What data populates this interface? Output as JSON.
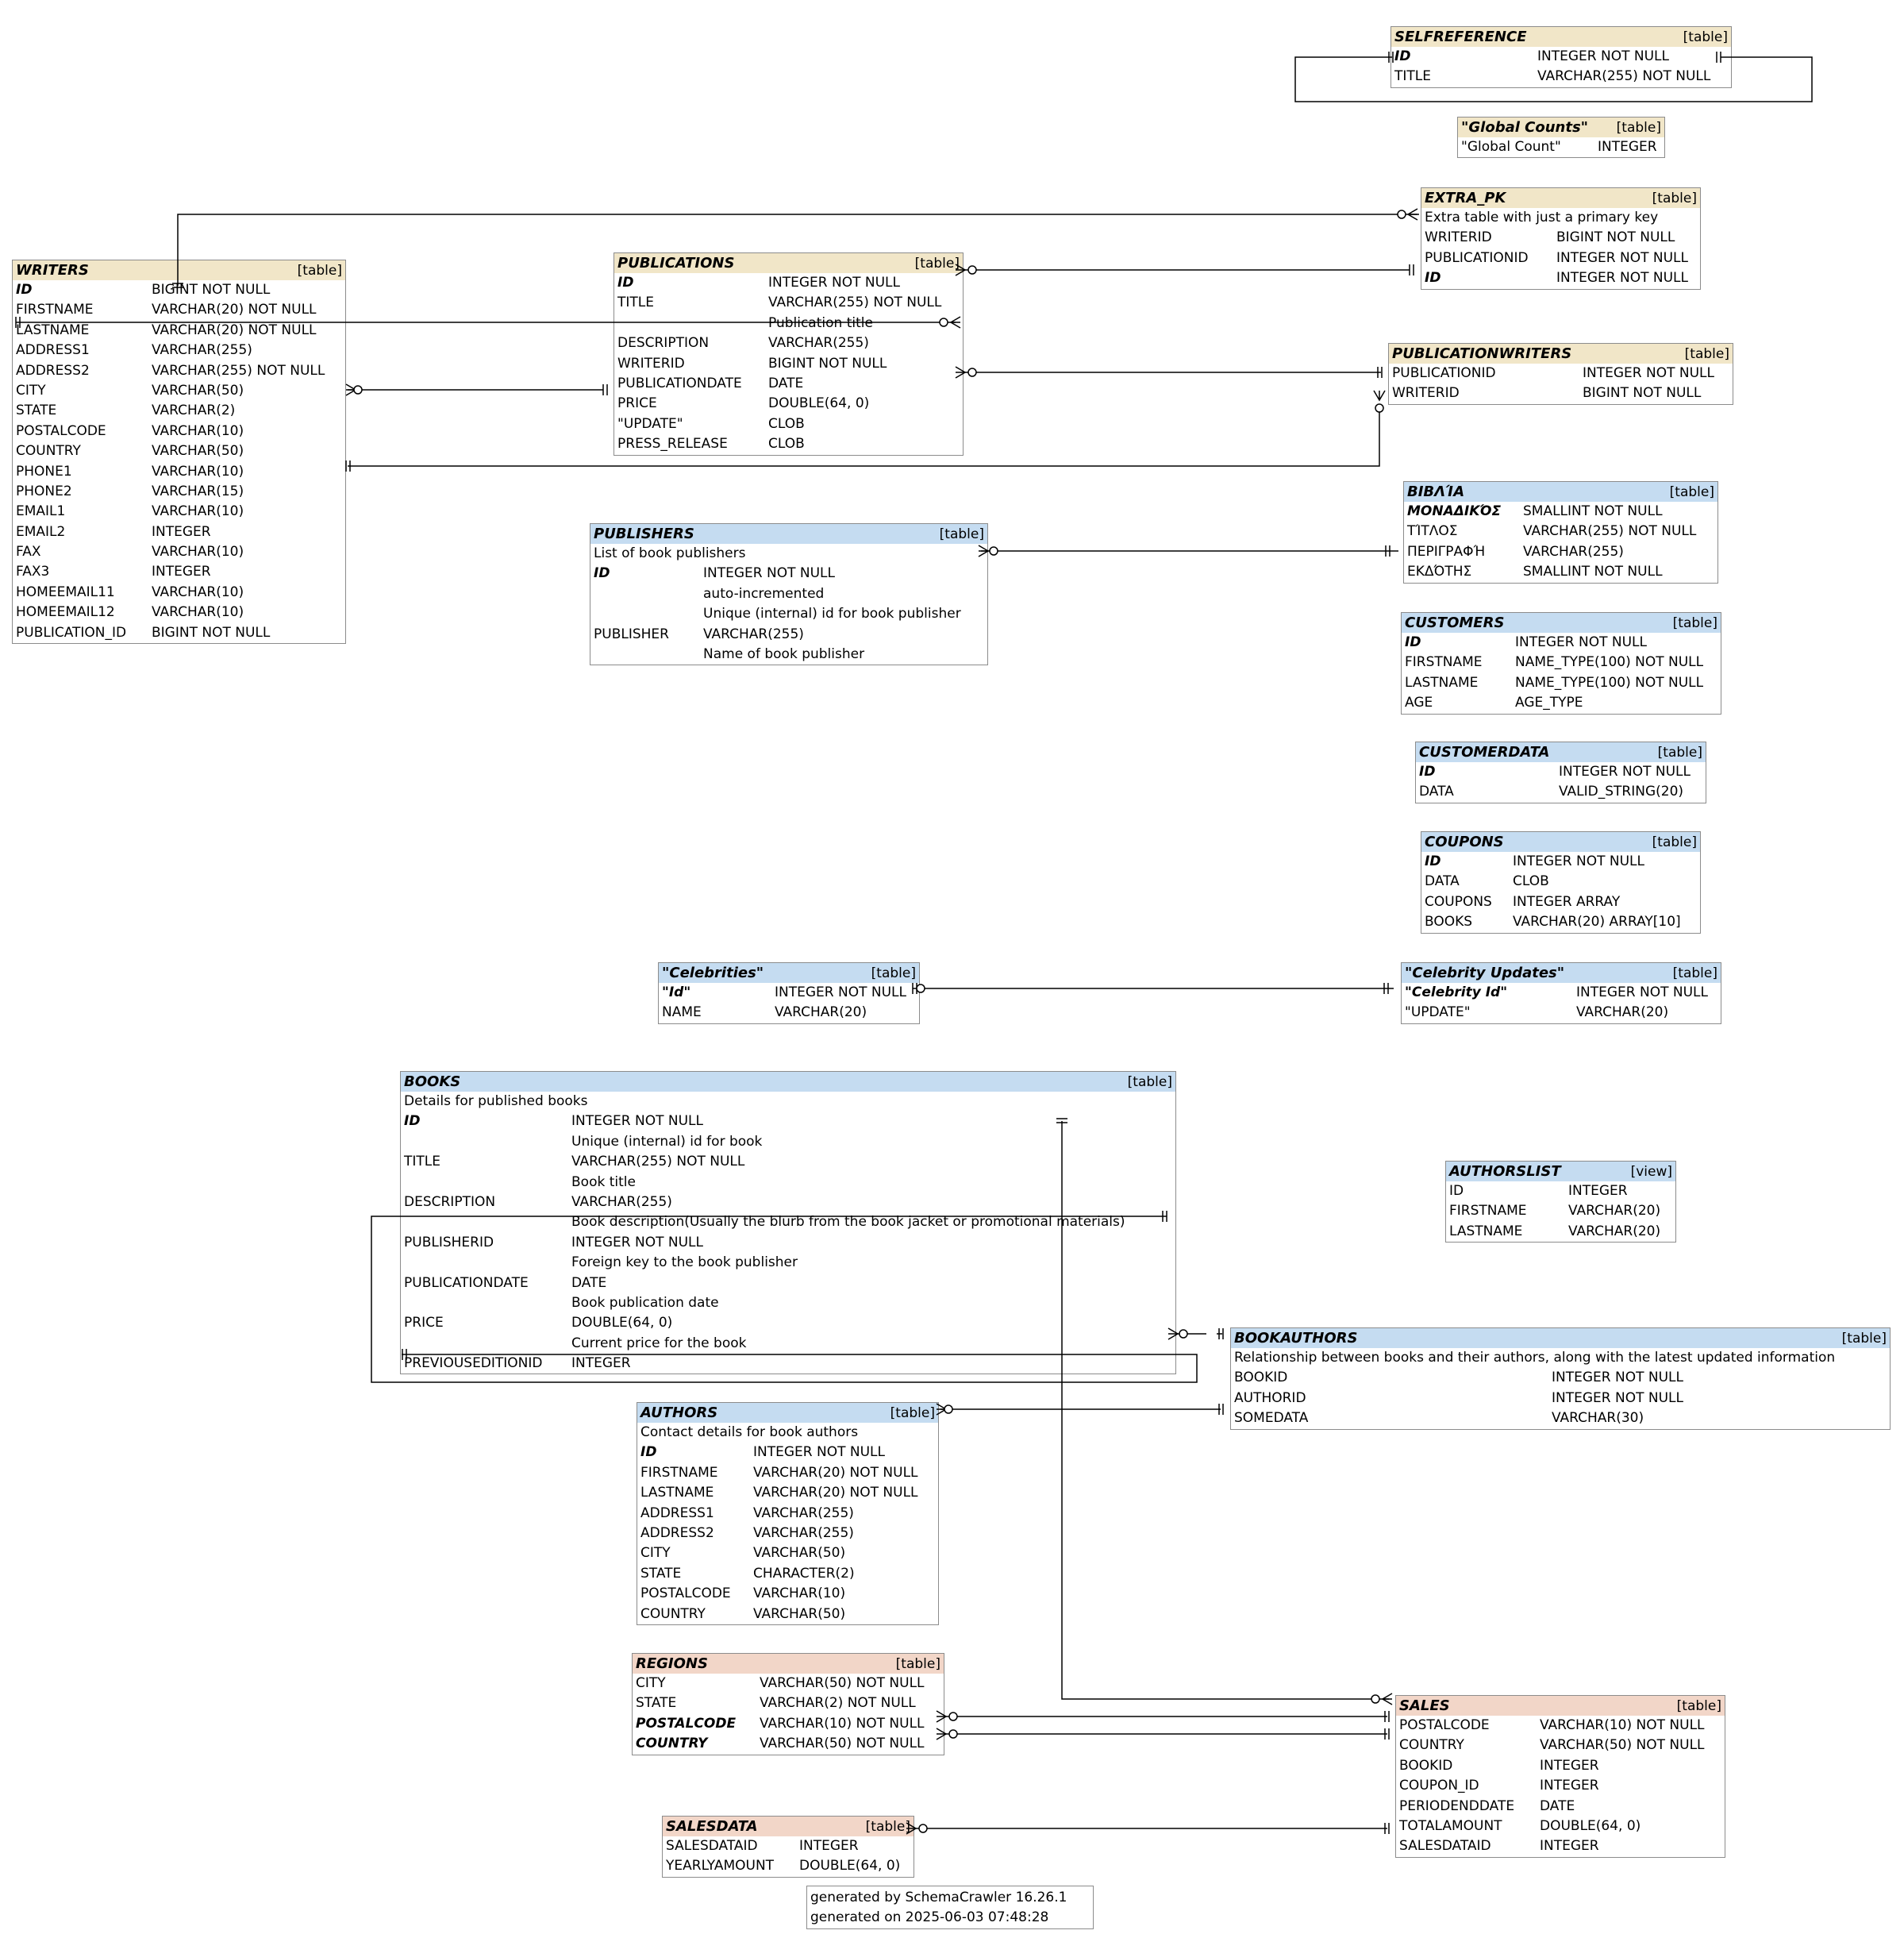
{
  "tables": [
    {
      "id": "selfreference",
      "name": "SELFREFERENCE",
      "type": "[table]",
      "theme": "beige",
      "c2": 180,
      "columns": [
        {
          "name": "ID",
          "dtype": "INTEGER NOT NULL",
          "pk": true
        },
        {
          "name": "TITLE",
          "dtype": "VARCHAR(255) NOT NULL"
        }
      ]
    },
    {
      "id": "global-counts",
      "name": "\"Global Counts\"",
      "type": "[table]",
      "theme": "beige",
      "c2": 172,
      "columns": [
        {
          "name": "\"Global Count\"",
          "dtype": "INTEGER"
        }
      ]
    },
    {
      "id": "extra-pk",
      "name": "EXTRA_PK",
      "type": "[table]",
      "theme": "beige",
      "c2": 166,
      "remark": "Extra table with just a primary key",
      "columns": [
        {
          "name": "WRITERID",
          "dtype": "BIGINT NOT NULL"
        },
        {
          "name": "PUBLICATIONID",
          "dtype": "INTEGER NOT NULL"
        },
        {
          "name": "ID",
          "dtype": "INTEGER NOT NULL",
          "pk": true
        }
      ]
    },
    {
      "id": "writers",
      "name": "WRITERS",
      "type": "[table]",
      "theme": "beige",
      "c2": 171,
      "columns": [
        {
          "name": "ID",
          "dtype": "BIGINT NOT NULL",
          "pk": true
        },
        {
          "name": "FIRSTNAME",
          "dtype": "VARCHAR(20) NOT NULL"
        },
        {
          "name": "LASTNAME",
          "dtype": "VARCHAR(20) NOT NULL"
        },
        {
          "name": "ADDRESS1",
          "dtype": "VARCHAR(255)"
        },
        {
          "name": "ADDRESS2",
          "dtype": "VARCHAR(255) NOT NULL"
        },
        {
          "name": "CITY",
          "dtype": "VARCHAR(50)"
        },
        {
          "name": "STATE",
          "dtype": "VARCHAR(2)"
        },
        {
          "name": "POSTALCODE",
          "dtype": "VARCHAR(10)"
        },
        {
          "name": "COUNTRY",
          "dtype": "VARCHAR(50)"
        },
        {
          "name": "PHONE1",
          "dtype": "VARCHAR(10)"
        },
        {
          "name": "PHONE2",
          "dtype": "VARCHAR(15)"
        },
        {
          "name": "EMAIL1",
          "dtype": "VARCHAR(10)"
        },
        {
          "name": "EMAIL2",
          "dtype": "INTEGER"
        },
        {
          "name": "FAX",
          "dtype": "VARCHAR(10)"
        },
        {
          "name": "FAX3",
          "dtype": "INTEGER"
        },
        {
          "name": "HOMEEMAIL11",
          "dtype": "VARCHAR(10)"
        },
        {
          "name": "HOMEEMAIL12",
          "dtype": "VARCHAR(10)"
        },
        {
          "name": "PUBLICATION_ID",
          "dtype": "BIGINT NOT NULL"
        }
      ]
    },
    {
      "id": "publications",
      "name": "PUBLICATIONS",
      "type": "[table]",
      "theme": "beige",
      "c2": 190,
      "columns": [
        {
          "name": "ID",
          "dtype": "INTEGER NOT NULL",
          "pk": true
        },
        {
          "name": "TITLE",
          "dtype": "VARCHAR(255) NOT NULL"
        },
        {
          "name": "",
          "dtype": "Publication title"
        },
        {
          "name": "DESCRIPTION",
          "dtype": "VARCHAR(255)"
        },
        {
          "name": "WRITERID",
          "dtype": "BIGINT NOT NULL"
        },
        {
          "name": "PUBLICATIONDATE",
          "dtype": "DATE"
        },
        {
          "name": "PRICE",
          "dtype": "DOUBLE(64, 0)"
        },
        {
          "name": "\"UPDATE\"",
          "dtype": "CLOB"
        },
        {
          "name": "PRESS_RELEASE",
          "dtype": "CLOB"
        }
      ]
    },
    {
      "id": "publicationwriters",
      "name": "PUBLICATIONWRITERS",
      "type": "[table]",
      "theme": "beige",
      "c2": 240,
      "columns": [
        {
          "name": "PUBLICATIONID",
          "dtype": "INTEGER NOT NULL"
        },
        {
          "name": "WRITERID",
          "dtype": "BIGINT NOT NULL"
        }
      ]
    },
    {
      "id": "vivlia",
      "name": "ΒΙΒΛΊΑ",
      "type": "[table]",
      "theme": "blue",
      "c2": 146,
      "columns": [
        {
          "name": "ΜΟΝΑΔΙΚΌΣ",
          "dtype": "SMALLINT NOT NULL",
          "pk": true
        },
        {
          "name": "ΤΊΤΛΟΣ",
          "dtype": "VARCHAR(255) NOT NULL"
        },
        {
          "name": "ΠΕΡΙΓΡΑΦΉ",
          "dtype": "VARCHAR(255)"
        },
        {
          "name": "ΕΚΔΌΤΗΣ",
          "dtype": "SMALLINT NOT NULL"
        }
      ]
    },
    {
      "id": "publishers",
      "name": "PUBLISHERS",
      "type": "[table]",
      "theme": "blue",
      "c2": 138,
      "remark": "List of book publishers",
      "columns": [
        {
          "name": "ID",
          "dtype": "INTEGER NOT NULL",
          "pk": true
        },
        {
          "name": "",
          "dtype": "auto-incremented"
        },
        {
          "name": "",
          "dtype": "Unique (internal) id for book publisher"
        },
        {
          "name": "PUBLISHER",
          "dtype": "VARCHAR(255)"
        },
        {
          "name": "",
          "dtype": "Name of book publisher"
        }
      ]
    },
    {
      "id": "customers",
      "name": "CUSTOMERS",
      "type": "[table]",
      "theme": "blue",
      "c2": 139,
      "columns": [
        {
          "name": "ID",
          "dtype": "INTEGER NOT NULL",
          "pk": true
        },
        {
          "name": "FIRSTNAME",
          "dtype": "NAME_TYPE(100) NOT NULL"
        },
        {
          "name": "LASTNAME",
          "dtype": "NAME_TYPE(100) NOT NULL"
        },
        {
          "name": "AGE",
          "dtype": "AGE_TYPE"
        }
      ]
    },
    {
      "id": "customerdata",
      "name": "CUSTOMERDATA",
      "type": "[table]",
      "theme": "blue",
      "c2": 176,
      "columns": [
        {
          "name": "ID",
          "dtype": "INTEGER NOT NULL",
          "pk": true
        },
        {
          "name": "DATA",
          "dtype": "VALID_STRING(20)"
        }
      ]
    },
    {
      "id": "coupons",
      "name": "COUPONS",
      "type": "[table]",
      "theme": "blue",
      "c2": 111,
      "columns": [
        {
          "name": "ID",
          "dtype": "INTEGER NOT NULL",
          "pk": true
        },
        {
          "name": "DATA",
          "dtype": "CLOB"
        },
        {
          "name": "COUPONS",
          "dtype": "INTEGER ARRAY"
        },
        {
          "name": "BOOKS",
          "dtype": "VARCHAR(20) ARRAY[10]"
        }
      ]
    },
    {
      "id": "celebrities",
      "name": "\"Celebrities\"",
      "type": "[table]",
      "theme": "blue",
      "c2": 142,
      "columns": [
        {
          "name": "\"Id\"",
          "dtype": "INTEGER NOT NULL",
          "pk": true
        },
        {
          "name": "NAME",
          "dtype": "VARCHAR(20)"
        }
      ]
    },
    {
      "id": "celebrity-updates",
      "name": "\"Celebrity Updates\"",
      "type": "[table]",
      "theme": "blue",
      "c2": 216,
      "columns": [
        {
          "name": "\"Celebrity Id\"",
          "dtype": "INTEGER NOT NULL",
          "pk": true
        },
        {
          "name": "\"UPDATE\"",
          "dtype": "VARCHAR(20)"
        }
      ]
    },
    {
      "id": "books",
      "name": "BOOKS",
      "type": "[table]",
      "theme": "blue",
      "c2": 211,
      "remark": "Details for published books",
      "columns": [
        {
          "name": "ID",
          "dtype": "INTEGER NOT NULL",
          "pk": true
        },
        {
          "name": "",
          "dtype": "Unique (internal) id for book"
        },
        {
          "name": "TITLE",
          "dtype": "VARCHAR(255) NOT NULL"
        },
        {
          "name": "",
          "dtype": "Book title"
        },
        {
          "name": "DESCRIPTION",
          "dtype": "VARCHAR(255)"
        },
        {
          "name": "",
          "dtype": "Book description(Usually the blurb from the book jacket or promotional materials)"
        },
        {
          "name": "PUBLISHERID",
          "dtype": "INTEGER NOT NULL"
        },
        {
          "name": "",
          "dtype": "Foreign key to the book publisher"
        },
        {
          "name": "PUBLICATIONDATE",
          "dtype": "DATE"
        },
        {
          "name": "",
          "dtype": "Book publication date"
        },
        {
          "name": "PRICE",
          "dtype": "DOUBLE(64, 0)"
        },
        {
          "name": "",
          "dtype": "Current price for the book"
        },
        {
          "name": "PREVIOUSEDITIONID",
          "dtype": "INTEGER"
        }
      ]
    },
    {
      "id": "authorslist",
      "name": "AUTHORSLIST",
      "type": "[view]",
      "theme": "blue",
      "c2": 150,
      "columns": [
        {
          "name": "ID",
          "dtype": "INTEGER"
        },
        {
          "name": "FIRSTNAME",
          "dtype": "VARCHAR(20)"
        },
        {
          "name": "LASTNAME",
          "dtype": "VARCHAR(20)"
        }
      ]
    },
    {
      "id": "bookauthors",
      "name": "BOOKAUTHORS",
      "type": "[table]",
      "theme": "blue",
      "c2": 400,
      "remark": "Relationship between books and their authors, along with the latest updated information",
      "columns": [
        {
          "name": "BOOKID",
          "dtype": "INTEGER NOT NULL"
        },
        {
          "name": "AUTHORID",
          "dtype": "INTEGER NOT NULL"
        },
        {
          "name": "SOMEDATA",
          "dtype": "VARCHAR(30)"
        }
      ]
    },
    {
      "id": "authors",
      "name": "AUTHORS",
      "type": "[table]",
      "theme": "blue",
      "c2": 142,
      "remark": "Contact details for book authors",
      "columns": [
        {
          "name": "ID",
          "dtype": "INTEGER NOT NULL",
          "pk": true
        },
        {
          "name": "FIRSTNAME",
          "dtype": "VARCHAR(20) NOT NULL"
        },
        {
          "name": "LASTNAME",
          "dtype": "VARCHAR(20) NOT NULL"
        },
        {
          "name": "ADDRESS1",
          "dtype": "VARCHAR(255)"
        },
        {
          "name": "ADDRESS2",
          "dtype": "VARCHAR(255)"
        },
        {
          "name": "CITY",
          "dtype": "VARCHAR(50)"
        },
        {
          "name": "STATE",
          "dtype": "CHARACTER(2)"
        },
        {
          "name": "POSTALCODE",
          "dtype": "VARCHAR(10)"
        },
        {
          "name": "COUNTRY",
          "dtype": "VARCHAR(50)"
        }
      ]
    },
    {
      "id": "regions",
      "name": "REGIONS",
      "type": "[table]",
      "theme": "peach",
      "c2": 156,
      "columns": [
        {
          "name": "CITY",
          "dtype": "VARCHAR(50) NOT NULL"
        },
        {
          "name": "STATE",
          "dtype": "VARCHAR(2) NOT NULL"
        },
        {
          "name": "POSTALCODE",
          "dtype": "VARCHAR(10) NOT NULL",
          "pk": true
        },
        {
          "name": "COUNTRY",
          "dtype": "VARCHAR(50) NOT NULL",
          "pk": true
        }
      ]
    },
    {
      "id": "sales",
      "name": "SALES",
      "type": "[table]",
      "theme": "peach",
      "c2": 177,
      "columns": [
        {
          "name": "POSTALCODE",
          "dtype": "VARCHAR(10) NOT NULL"
        },
        {
          "name": "COUNTRY",
          "dtype": "VARCHAR(50) NOT NULL"
        },
        {
          "name": "BOOKID",
          "dtype": "INTEGER"
        },
        {
          "name": "COUPON_ID",
          "dtype": "INTEGER"
        },
        {
          "name": "PERIODENDDATE",
          "dtype": "DATE"
        },
        {
          "name": "TOTALAMOUNT",
          "dtype": "DOUBLE(64, 0)"
        },
        {
          "name": "SALESDATAID",
          "dtype": "INTEGER"
        }
      ]
    },
    {
      "id": "salesdata",
      "name": "SALESDATA",
      "type": "[table]",
      "theme": "peach",
      "c2": 168,
      "columns": [
        {
          "name": "SALESDATAID",
          "dtype": "INTEGER"
        },
        {
          "name": "YEARLYAMOUNT",
          "dtype": "DOUBLE(64, 0)"
        }
      ]
    }
  ],
  "footer": {
    "line1": "generated by SchemaCrawler 16.26.1",
    "line2": "generated on 2025-06-03 07:48:28"
  }
}
